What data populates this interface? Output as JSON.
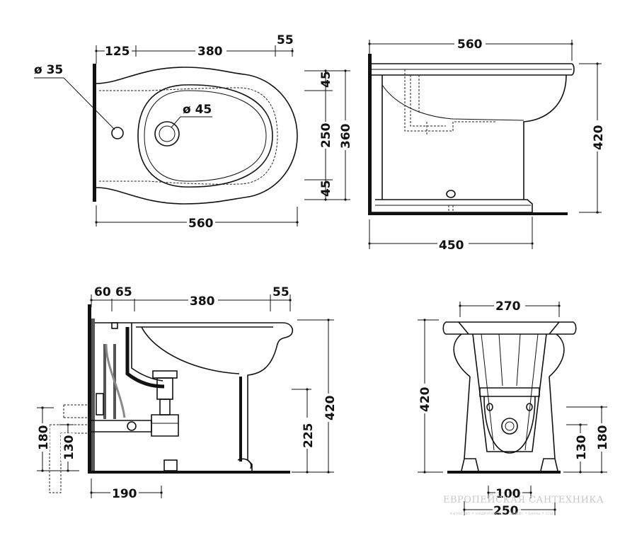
{
  "top_view": {
    "dims": {
      "d125": "125",
      "d380": "380",
      "d55": "55",
      "d560": "560",
      "d45a": "45",
      "d250": "250",
      "d360": "360",
      "d45b": "45"
    },
    "labels": {
      "hole35": "ø 35",
      "hole45": "ø 45"
    }
  },
  "side_view": {
    "dims": {
      "d560": "560",
      "d420": "420",
      "d450": "450"
    }
  },
  "section_view": {
    "dims": {
      "d60": "60",
      "d65": "65",
      "d380": "380",
      "d55": "55",
      "d420": "420",
      "d225": "225",
      "d180": "180",
      "d130": "130",
      "d190": "190"
    }
  },
  "front_view": {
    "dims": {
      "d270": "270",
      "d420": "420",
      "d180": "180",
      "d130": "130",
      "d100": "100",
      "d250": "250"
    }
  },
  "watermark": {
    "brand": "ЕВРОПЕЙСКАЯ САНТЕХНИКА",
    "tagline": "качество • надёжность • сервис • цены • спа"
  }
}
